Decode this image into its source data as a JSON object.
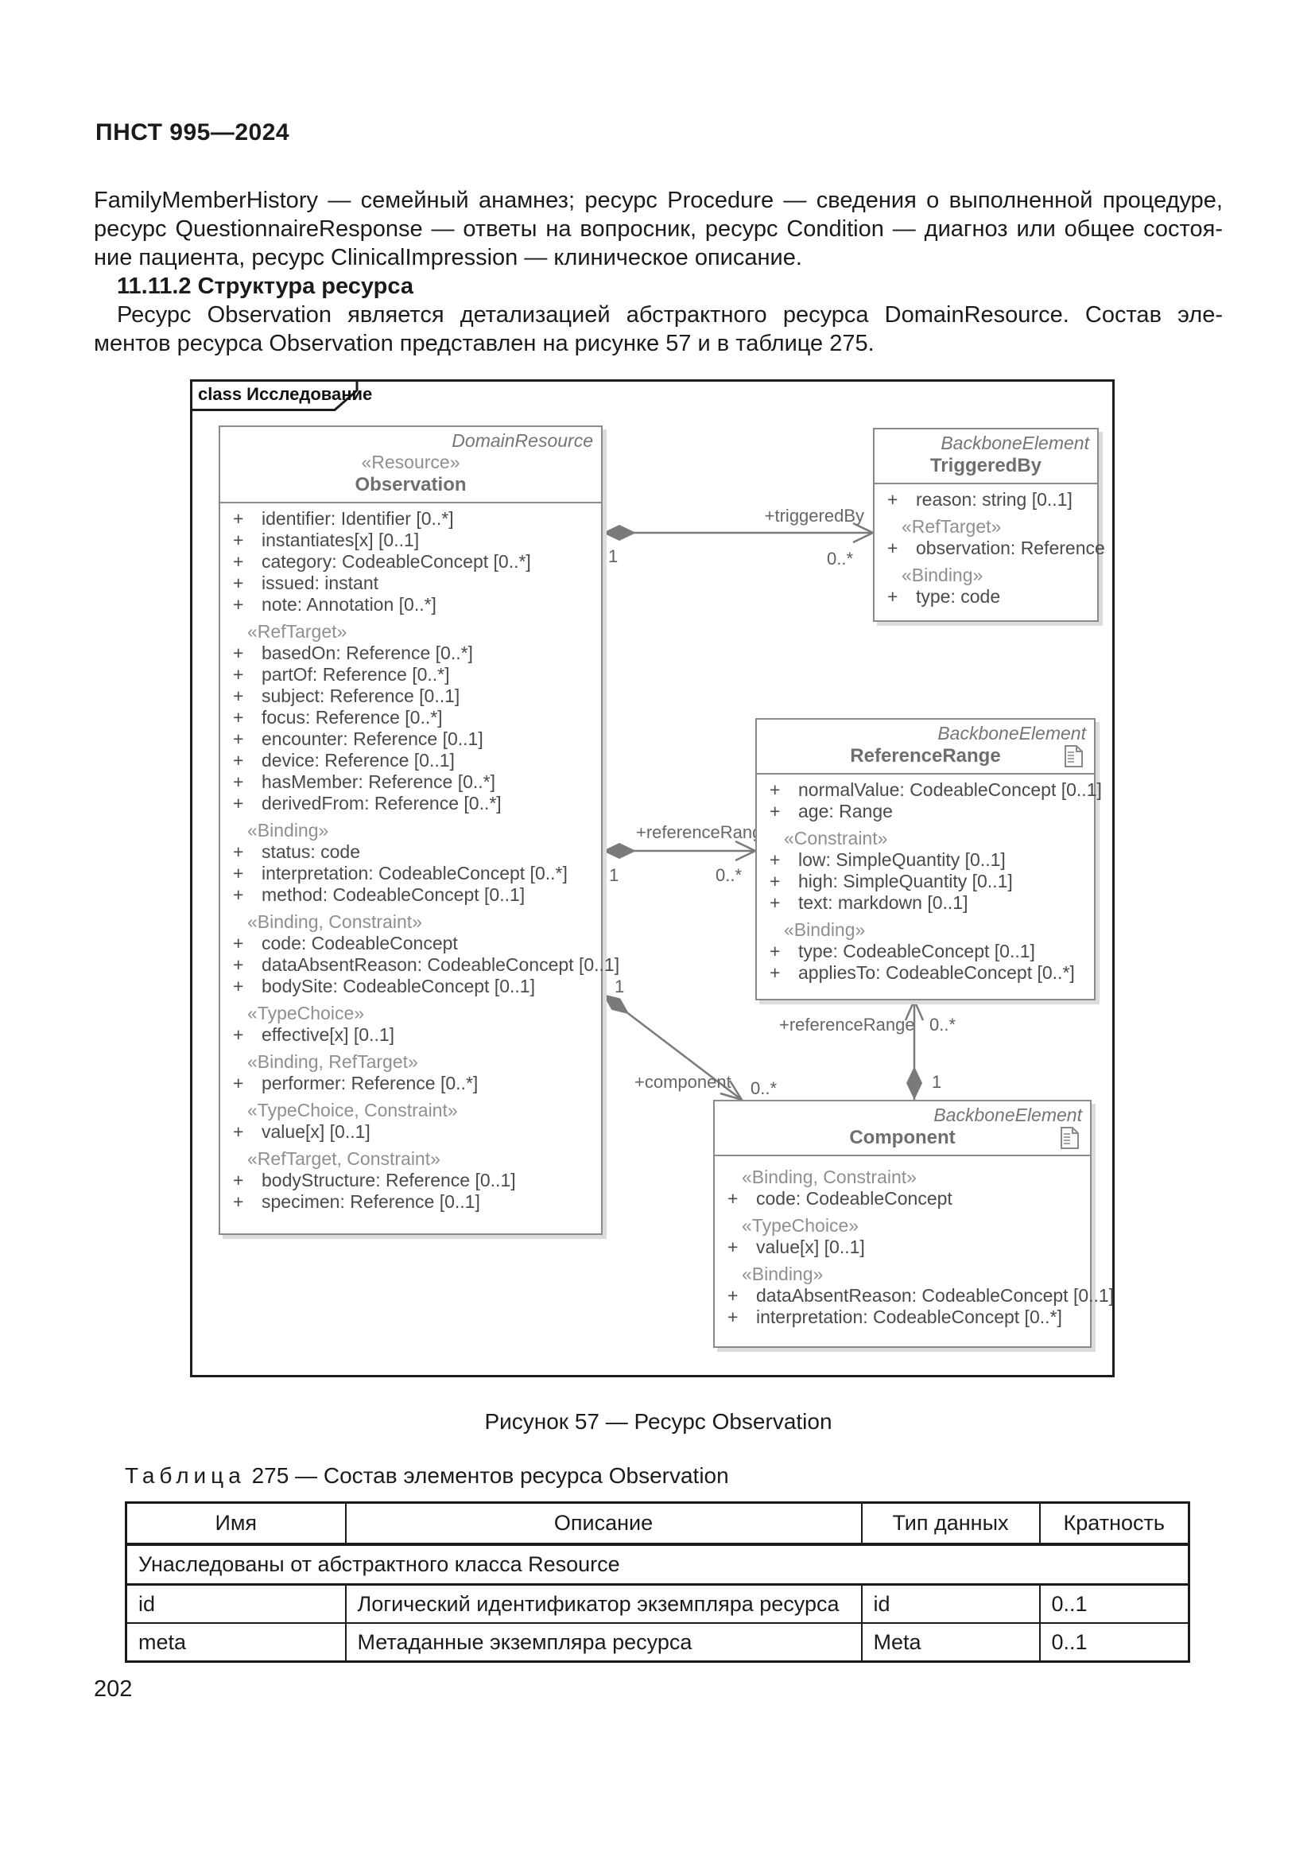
{
  "doc": {
    "header": "ПНСТ 995—2024",
    "intro_lines": [
      "FamilyMemberHistory — семейный анамнез; ресурс Procedure — сведения о выполненной процедуре,",
      "ресурс QuestionnaireResponse — ответы на вопросник, ресурс Condition — диагноз или общее состоя-",
      "ние пациента, ресурс ClinicalImpression — клиническое описание."
    ],
    "section_heading": "11.11.2 Структура ресурса",
    "body_lines": [
      "Ресурс Observation является детализацией абстрактного ресурса DomainResource. Состав эле-",
      "ментов ресурса Observation представлен на рисунке 57 и в таблице 275."
    ],
    "figure_caption": "Рисунок 57 — Ресурс Observation",
    "table_caption": {
      "label": "Таблица",
      "rest": "275 — Состав элементов ресурса Observation"
    },
    "page_number": "202"
  },
  "diagram": {
    "frame_label": "class Исследование",
    "visibility": "+",
    "classes": {
      "observation": {
        "parent": "DomainResource",
        "stereotype": "«Resource»",
        "name": "Observation",
        "sections": [
          {
            "stereotype": "",
            "attrs": [
              "identifier: Identifier [0..*]",
              "instantiates[x] [0..1]",
              "category: CodeableConcept [0..*]",
              "issued: instant",
              "note: Annotation [0..*]"
            ]
          },
          {
            "stereotype": "«RefTarget»",
            "attrs": [
              "basedOn: Reference [0..*]",
              "partOf: Reference [0..*]",
              "subject: Reference [0..1]",
              "focus: Reference [0..*]",
              "encounter: Reference [0..1]",
              "device: Reference [0..1]",
              "hasMember: Reference [0..*]",
              "derivedFrom: Reference [0..*]"
            ]
          },
          {
            "stereotype": "«Binding»",
            "attrs": [
              "status: code",
              "interpretation: CodeableConcept [0..*]",
              "method: CodeableConcept [0..1]"
            ]
          },
          {
            "stereotype": "«Binding, Constraint»",
            "attrs": [
              "code: CodeableConcept",
              "dataAbsentReason: CodeableConcept [0..1]",
              "bodySite: CodeableConcept [0..1]"
            ]
          },
          {
            "stereotype": "«TypeChoice»",
            "attrs": [
              "effective[x] [0..1]"
            ]
          },
          {
            "stereotype": "«Binding, RefTarget»",
            "attrs": [
              "performer: Reference [0..*]"
            ]
          },
          {
            "stereotype": "«TypeChoice, Constraint»",
            "attrs": [
              "value[x] [0..1]"
            ]
          },
          {
            "stereotype": "«RefTarget, Constraint»",
            "attrs": [
              "bodyStructure: Reference [0..1]",
              "specimen: Reference [0..1]"
            ]
          }
        ]
      },
      "triggeredby": {
        "parent": "BackboneElement",
        "stereotype": "",
        "name": "TriggeredBy",
        "sections": [
          {
            "stereotype": "",
            "attrs": [
              "reason: string [0..1]"
            ]
          },
          {
            "stereotype": "«RefTarget»",
            "attrs": [
              "observation: Reference"
            ]
          },
          {
            "stereotype": "«Binding»",
            "attrs": [
              "type: code"
            ]
          }
        ]
      },
      "referencerange": {
        "parent": "BackboneElement",
        "stereotype": "",
        "name": "ReferenceRange",
        "sections": [
          {
            "stereotype": "",
            "attrs": [
              "normalValue: CodeableConcept [0..1]",
              "age: Range"
            ]
          },
          {
            "stereotype": "«Constraint»",
            "attrs": [
              "low: SimpleQuantity [0..1]",
              "high: SimpleQuantity [0..1]",
              "text: markdown [0..1]"
            ]
          },
          {
            "stereotype": "«Binding»",
            "attrs": [
              "type: CodeableConcept [0..1]",
              "appliesTo: CodeableConcept [0..*]"
            ]
          }
        ]
      },
      "component": {
        "parent": "BackboneElement",
        "stereotype": "",
        "name": "Component",
        "sections": [
          {
            "stereotype": "«Binding, Constraint»",
            "attrs": [
              "code: CodeableConcept"
            ]
          },
          {
            "stereotype": "«TypeChoice»",
            "attrs": [
              "value[x] [0..1]"
            ]
          },
          {
            "stereotype": "«Binding»",
            "attrs": [
              "dataAbsentReason: CodeableConcept [0..1]",
              "interpretation: CodeableConcept [0..*]"
            ]
          }
        ]
      }
    },
    "associations": {
      "triggeredby": {
        "label": "+triggeredBy",
        "from_mult": "1",
        "to_mult": "0..*"
      },
      "referencerange_obs": {
        "label": "+referenceRange",
        "from_mult": "1",
        "to_mult": "0..*"
      },
      "component": {
        "label": "+component",
        "from_mult": "1",
        "to_mult": "0..*"
      },
      "referencerange_comp": {
        "label": "+referenceRange",
        "from_mult": "1",
        "to_mult": "0..*"
      }
    }
  },
  "table": {
    "headers": [
      "Имя",
      "Описание",
      "Тип данных",
      "Кратность"
    ],
    "group_row": "Унаследованы от абстрактного класса Resource",
    "rows": [
      {
        "name": "id",
        "description": "Логический идентификатор экземпляра ресурса",
        "type": "id",
        "mult": "0..1"
      },
      {
        "name": "meta",
        "description": "Метаданные экземпляра ресурса",
        "type": "Meta",
        "mult": "0..1"
      }
    ]
  },
  "colors": {
    "frame_border": "#1c1c1c",
    "box_border": "#8a8a8a",
    "attr_text": "#4a4a4a",
    "stereotype_text": "#8f8f8f",
    "assoc_line": "#7a7a7a",
    "table_border": "#1b1b1b"
  }
}
